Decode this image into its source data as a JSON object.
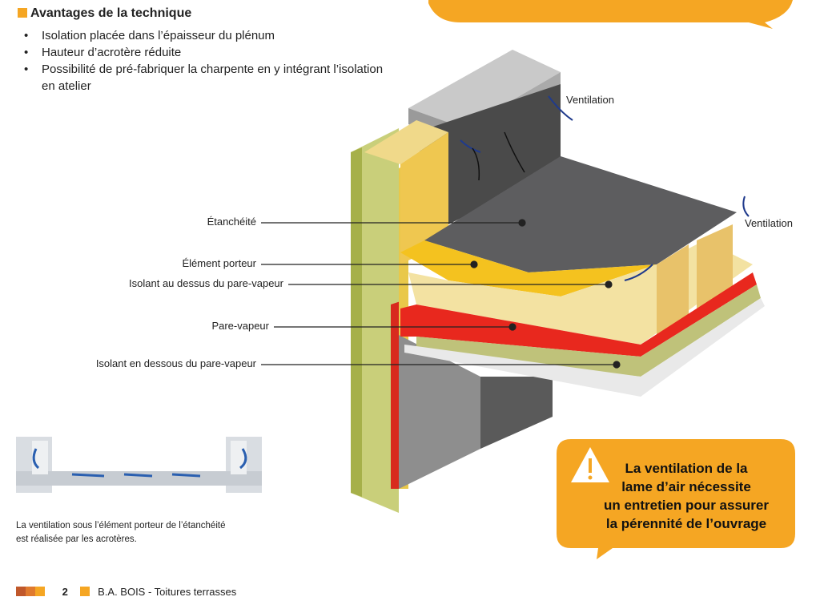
{
  "section": {
    "title": "Avantages de la technique",
    "bullets": [
      "Isolation placée dans l’épaisseur du plénum",
      "Hauteur d’acrotère réduite",
      "Possibilité de pré-fabriquer la charpente en y intégrant l’isolation en atelier"
    ]
  },
  "figure": {
    "labels": [
      "Étanchéité",
      "Élément porteur",
      "Isolant au dessus du pare-vapeur",
      "Pare-vapeur",
      "Isolant en dessous du pare-vapeur"
    ],
    "ventilation_top": "Ventilation",
    "ventilation_right": "Ventilation"
  },
  "callout": {
    "icon": "warning-icon",
    "lines": [
      "La ventilation de la",
      "lame d’air nécessite",
      "un entretien pour assurer",
      "la pérennité de l’ouvrage"
    ]
  },
  "caption": {
    "line1": "La ventilation sous l’élément porteur de l’étanchéité",
    "line2": "est réalisée par les acrotères."
  },
  "footer": {
    "page_number": "2",
    "brand": "B.A. BOIS",
    "subtitle": " - Toitures terrasses"
  },
  "colors": {
    "accent": "#f5a623",
    "membrane": "#e8281e",
    "insulation": "#f4e08c"
  }
}
